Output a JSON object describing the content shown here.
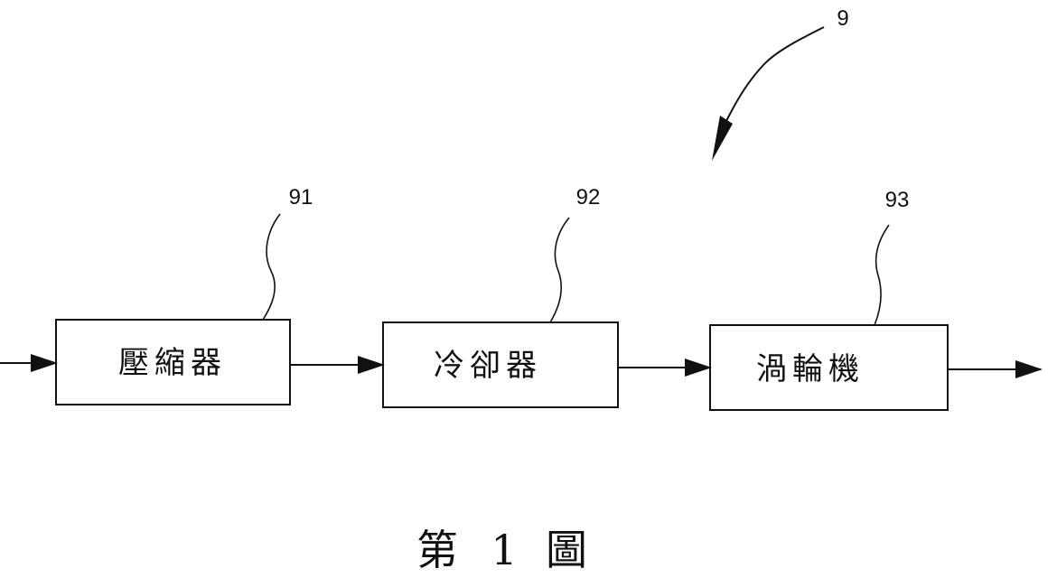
{
  "diagram": {
    "system_ref": "9",
    "blocks": [
      {
        "ref": "91",
        "label": "壓縮器"
      },
      {
        "ref": "92",
        "label": "冷卻器"
      },
      {
        "ref": "93",
        "label": "渦輪機"
      }
    ],
    "caption": {
      "prefix": "第",
      "number": "1",
      "suffix": "圖"
    }
  },
  "colors": {
    "ink": "#111111",
    "background": "#ffffff"
  }
}
